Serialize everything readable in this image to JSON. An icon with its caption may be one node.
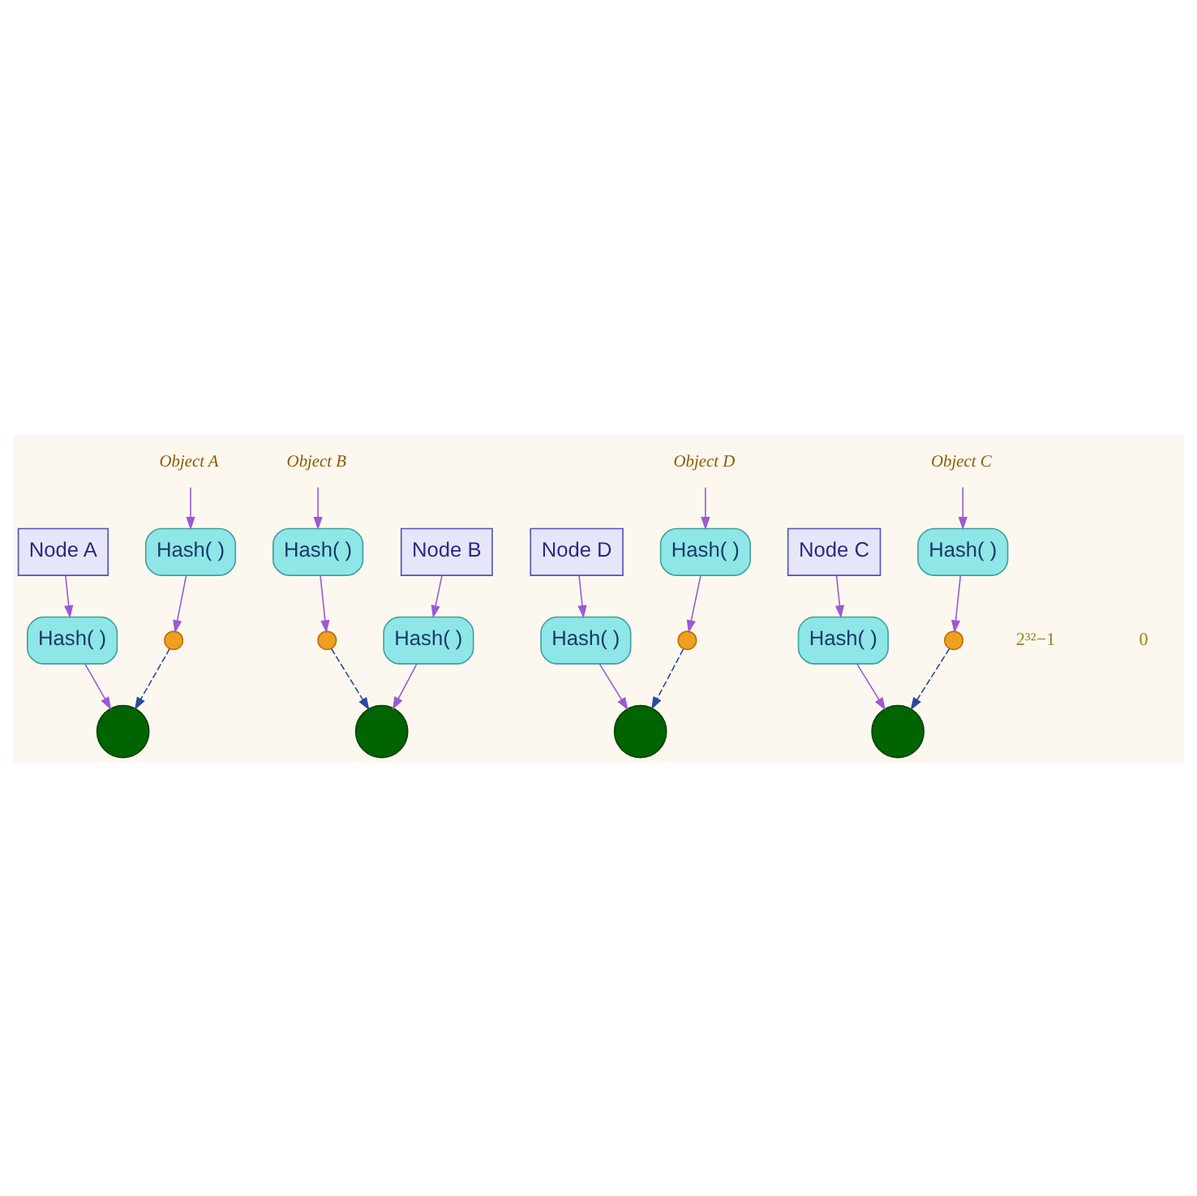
{
  "diagram": {
    "nodes": [
      {
        "text": [
          "Node A"
        ]
      },
      {
        "text": [
          "Hash( )"
        ]
      },
      {
        "text": [],
        "shape": "circle"
      },
      {
        "text": [
          "Object A"
        ]
      },
      {
        "text": [
          "Hash( )"
        ]
      },
      {
        "text": [],
        "shape": "circle"
      },
      {
        "text": [
          "Object B"
        ]
      },
      {
        "text": [
          "Hash( )"
        ]
      },
      {
        "text": [],
        "shape": "circle"
      },
      {
        "text": [
          "Node D"
        ]
      },
      {
        "text": [
          "Hash( )"
        ]
      },
      {
        "text": [],
        "shape": "circle"
      },
      {
        "text": [
          "Node B"
        ]
      },
      {
        "text": [
          "Hash( )"
        ]
      },
      {
        "text": [],
        "shape": "circle"
      },
      {
        "text": [],
        "shape": "circle"
      },
      {
        "text": [
          "Hash( )"
        ]
      },
      {
        "text": [
          "Object C"
        ]
      },
      {
        "text": [],
        "shape": "circle"
      },
      {
        "text": [
          "Hash( )"
        ]
      },
      {
        "text": [
          "Object D"
        ]
      },
      {
        "text": [],
        "shape": "circle"
      },
      {
        "text": [
          "Hash( )"
        ]
      },
      {
        "text": [
          "Node C"
        ]
      }
    ],
    "edges": [
      {
        "from": 0,
        "to": 1,
        "arrow": "to"
      },
      {
        "from": 1,
        "to": 2,
        "arrow": "to"
      },
      {
        "from": 3,
        "to": 4,
        "arrow": "to"
      },
      {
        "from": 4,
        "to": 5,
        "arrow": "to"
      },
      {
        "from": 5,
        "to": 2,
        "arrow": "to",
        "style": "dashed",
        "color": "#2a4a9a"
      },
      {
        "from": 6,
        "to": 7,
        "arrow": "to"
      },
      {
        "from": 7,
        "to": 8,
        "arrow": "to"
      },
      {
        "from": 8,
        "to": 14,
        "arrow": "to",
        "style": "dashed",
        "color": "#2a4a9a"
      },
      {
        "from": 9,
        "to": 10,
        "arrow": "to"
      },
      {
        "from": 10,
        "to": 11,
        "arrow": "to"
      },
      {
        "from": 12,
        "to": 13,
        "arrow": "to"
      },
      {
        "from": 13,
        "to": 14,
        "arrow": "to"
      },
      {
        "from": 17,
        "to": 16,
        "arrow": "to"
      },
      {
        "from": 16,
        "to": 15,
        "arrow": "to"
      },
      {
        "from": 15,
        "to": 21,
        "arrow": "to",
        "style": "dashed",
        "color": "#2a4a9a"
      },
      {
        "from": 20,
        "to": 19,
        "arrow": "to"
      },
      {
        "from": 19,
        "to": 18,
        "arrow": "to"
      },
      {
        "from": 18,
        "to": 11,
        "arrow": "to",
        "style": "dashed",
        "color": "#2a4a9a"
      },
      {
        "from": 23,
        "to": 22,
        "arrow": "to"
      },
      {
        "from": 22,
        "to": 21,
        "arrow": "to"
      }
    ],
    "labels": [
      "2³²−1",
      "0"
    ]
  }
}
